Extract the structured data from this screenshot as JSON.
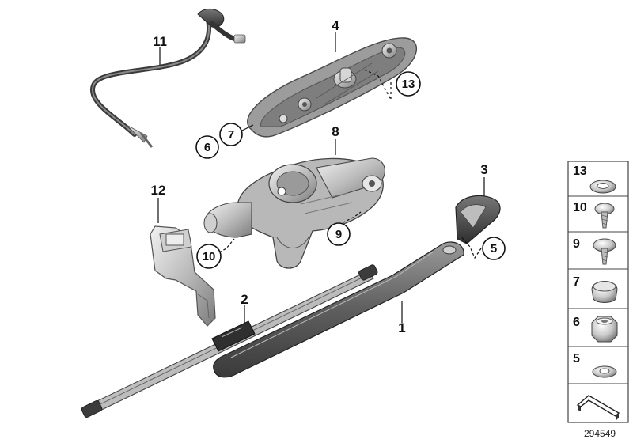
{
  "diagram": {
    "document_number": "294549",
    "callouts": {
      "c1": "1",
      "c2": "2",
      "c3": "3",
      "c4": "4",
      "c5": "5",
      "c6": "6",
      "c7": "7",
      "c8": "8",
      "c9": "9",
      "c10": "10",
      "c11": "11",
      "c12": "12",
      "c13": "13"
    },
    "legend": [
      "13",
      "10",
      "9",
      "7",
      "6",
      "5"
    ]
  }
}
